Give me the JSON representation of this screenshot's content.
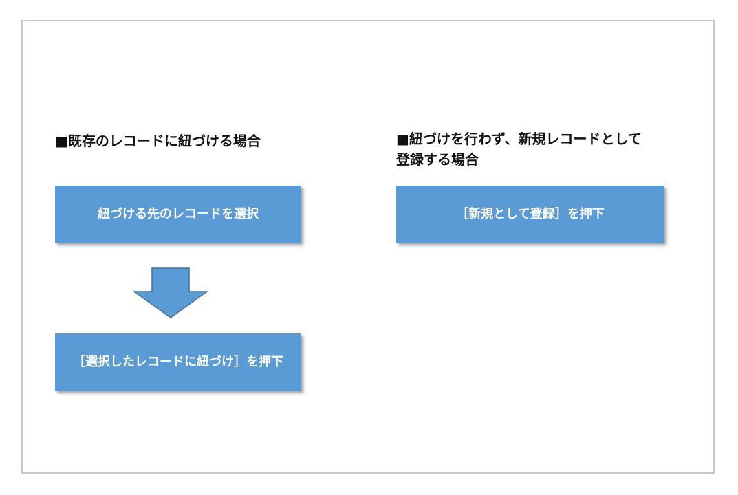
{
  "left_flow": {
    "heading": "■既存のレコードに紐づける場合",
    "steps": [
      "紐づける先のレコードを選択",
      "［選択したレコードに紐づけ］を押下"
    ]
  },
  "right_flow": {
    "heading_line1": "■紐づけを行わず、新規レコードとして",
    "heading_line2": "登録する場合",
    "steps": [
      "［新規として登録］を押下"
    ]
  },
  "colors": {
    "box_fill": "#5b9bd5",
    "box_text": "#ffffff",
    "arrow_fill": "#5b9bd5",
    "arrow_stroke": "#41719c",
    "frame_border": "#c8c8c8"
  },
  "icons": {
    "flow_arrow": "arrow-down-icon"
  }
}
